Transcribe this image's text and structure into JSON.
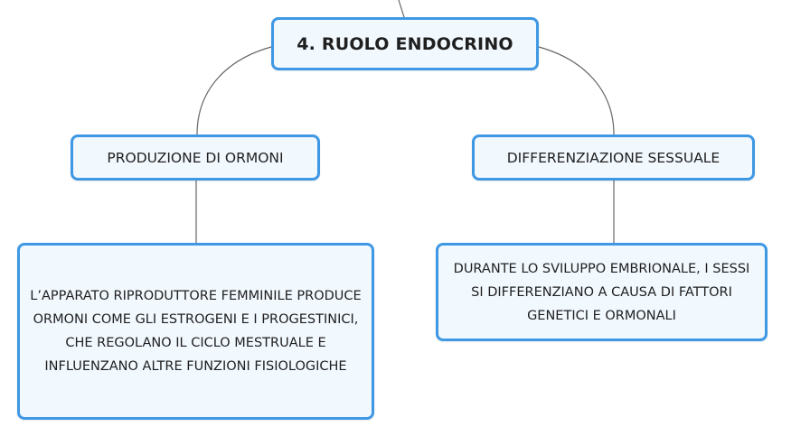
{
  "root": {
    "label": "4. RUOLO ENDOCRINO"
  },
  "branches": [
    {
      "label": "PRODUZIONE DI ORMONI"
    },
    {
      "label": "DIFFERENZIAZIONE SESSUALE"
    }
  ],
  "details": [
    {
      "text": "L’APPARATO RIPRODUTTORE FEMMINILE PRODUCE ORMONI COME GLI ESTROGENI E I PROGESTINICI, CHE REGOLANO IL CICLO MESTRUALE E INFLUENZANO ALTRE FUNZIONI FISIOLOGICHE"
    },
    {
      "text": "DURANTE LO SVILUPPO EMBRIONALE, I SESSI SI DIFFERENZIANO A CAUSA DI FATTORI GENETICI E ORMONALI"
    }
  ],
  "colors": {
    "node_border": "#3f98e3",
    "node_fill": "#f1f8fe",
    "connector": "#666666"
  }
}
